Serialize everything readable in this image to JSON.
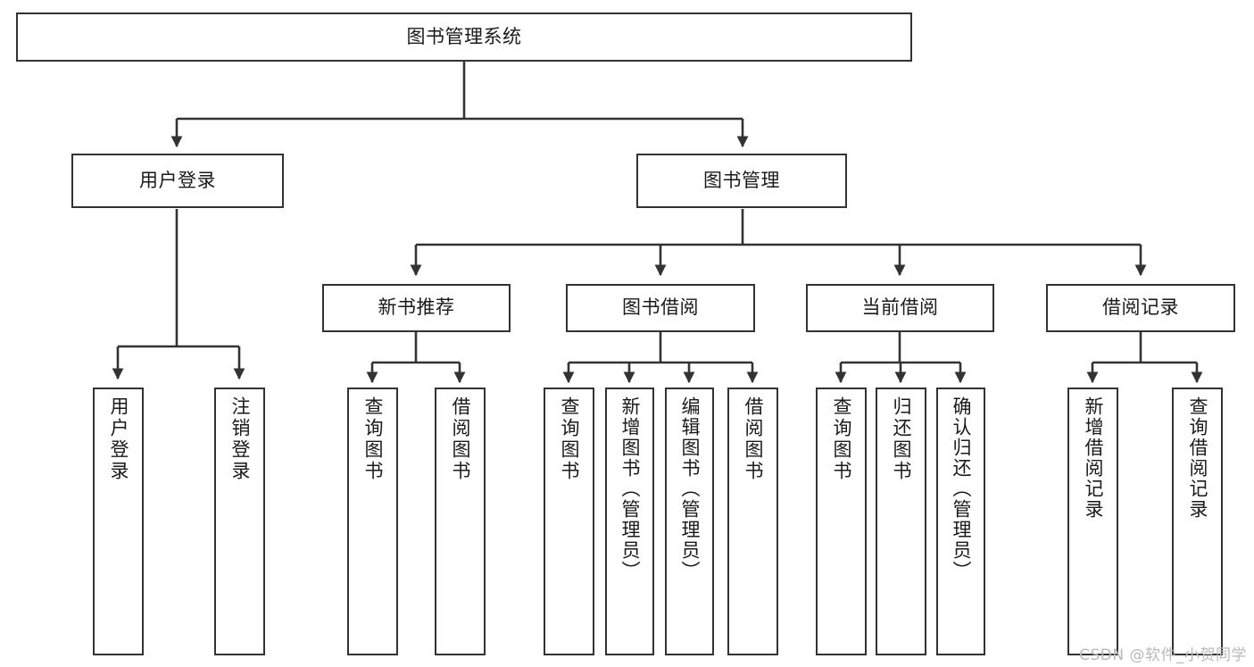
{
  "diagram": {
    "title": "图书管理系统",
    "type": "tree-hierarchy-chart",
    "watermark": "CSDN @软件_小贺同学",
    "colors": {
      "background": "#ffffff",
      "node_border": "#333333",
      "node_fill": "#ffffff",
      "text": "#1a1a1a",
      "connector": "#333333",
      "watermark": "#b9b9b9"
    },
    "root": {
      "label": "图书管理系统"
    },
    "level1": [
      {
        "label": "用户登录"
      },
      {
        "label": "图书管理"
      }
    ],
    "level2": [
      {
        "label": "新书推荐"
      },
      {
        "label": "图书借阅"
      },
      {
        "label": "当前借阅"
      },
      {
        "label": "借阅记录"
      }
    ],
    "leaves": {
      "user_login": [
        {
          "label": "用户登录"
        },
        {
          "label": "注销登录"
        }
      ],
      "new_book_recommend": [
        {
          "label": "查询图书"
        },
        {
          "label": "借阅图书"
        }
      ],
      "book_borrow": [
        {
          "label": "查询图书"
        },
        {
          "label": "新增图书（管理员）"
        },
        {
          "label": "编辑图书（管理员）"
        },
        {
          "label": "借阅图书"
        }
      ],
      "current_borrow": [
        {
          "label": "查询图书"
        },
        {
          "label": "归还图书"
        },
        {
          "label": "确认归还（管理员）"
        }
      ],
      "borrow_record": [
        {
          "label": "新增借阅记录"
        },
        {
          "label": "查询借阅记录"
        }
      ]
    }
  }
}
